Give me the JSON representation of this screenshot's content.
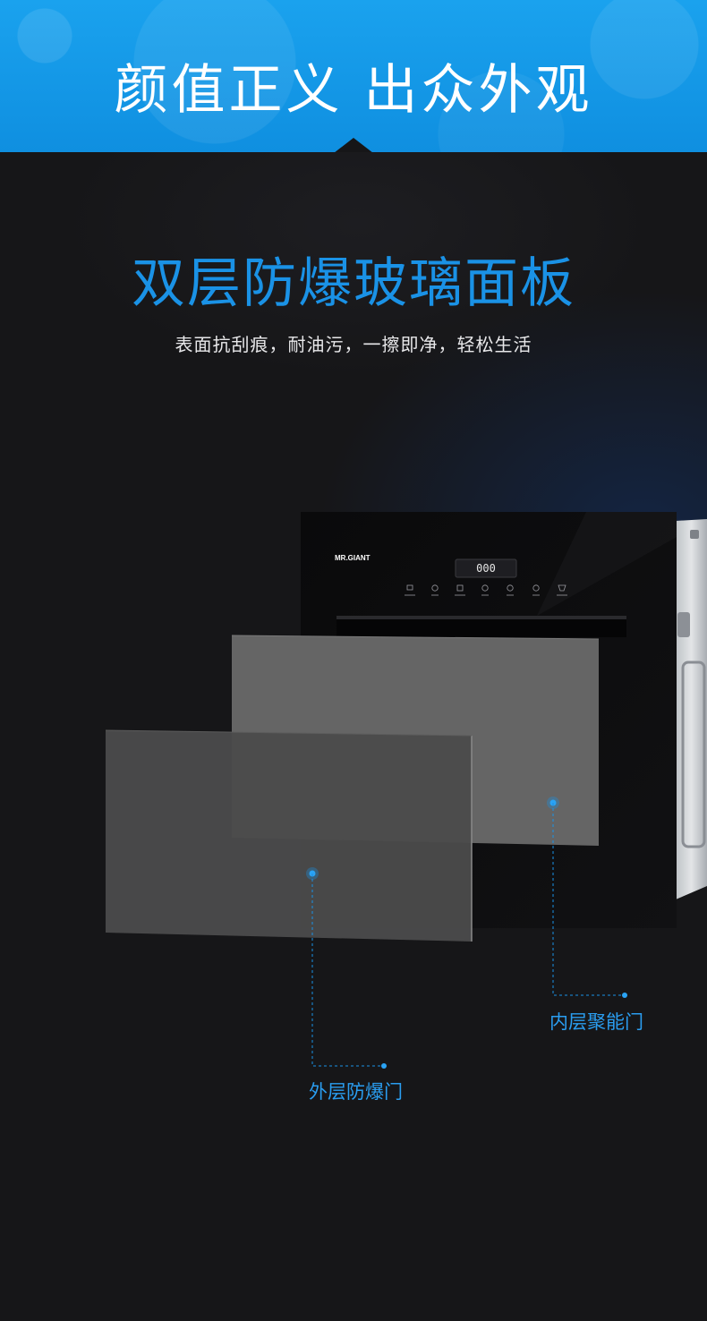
{
  "banner": {
    "title": "颜值正义 出众外观"
  },
  "section": {
    "heading": "双层防爆玻璃面板",
    "subheading": "表面抗刮痕，耐油污，一擦即净，轻松生活"
  },
  "product": {
    "brand": "MR.GIANT",
    "display_value": "000",
    "icons": [
      "power-icon",
      "timer-icon",
      "dry-icon",
      "clock-icon",
      "disinfect-icon",
      "sterilize-icon",
      "cup-icon"
    ]
  },
  "callouts": {
    "inner": "内层聚能门",
    "outer": "外层防爆门"
  },
  "colors": {
    "banner_blue": "#1aa2ee",
    "accent_blue": "#1a92e6",
    "background": "#161618"
  }
}
